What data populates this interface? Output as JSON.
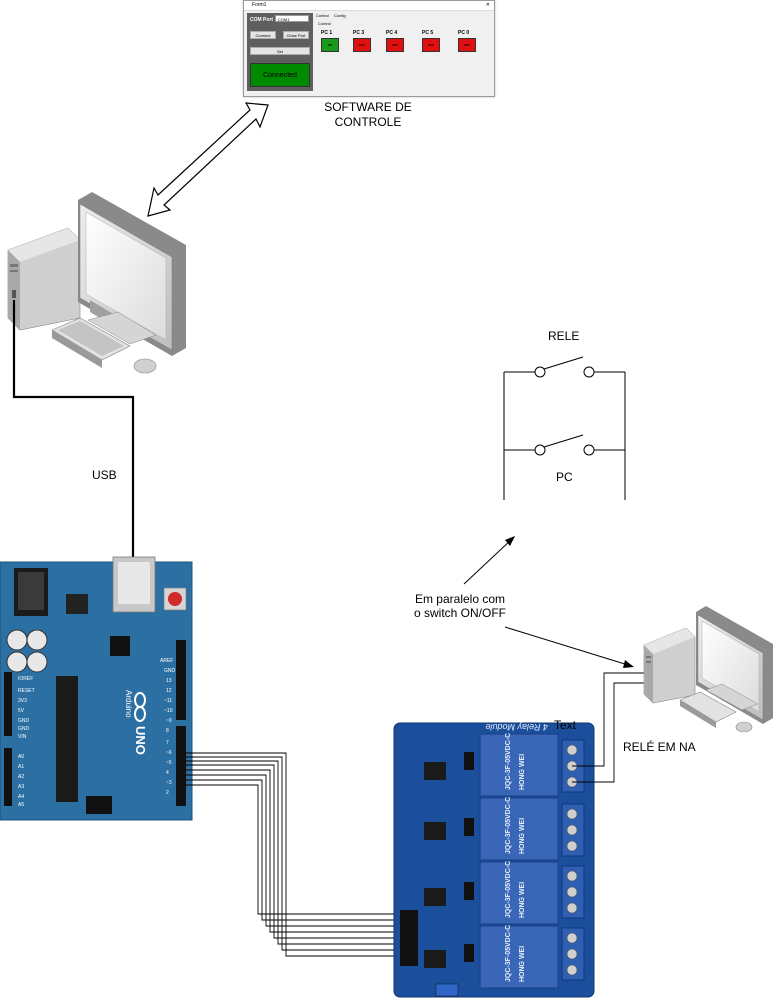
{
  "labels": {
    "software": "SOFTWARE DE\nCONTROLE",
    "usb": "USB",
    "rele": "RELE",
    "pc": "PC",
    "parallel": "Em paralelo com\no switch ON/OFF",
    "rele_na": "RELÉ EM NA",
    "text": "Text"
  },
  "software_window": {
    "title": "Form1",
    "com_port_label": "COM Port",
    "com_port_value": "COM1",
    "connect_button": "Connect",
    "clear_port_button": "Close Port",
    "set_button": "Set",
    "status": "Connected",
    "tabs": [
      "Control",
      "Config"
    ],
    "group": "Control",
    "pcs": [
      {
        "label": "PC 1",
        "state": "ON",
        "color": "#1a9a1a"
      },
      {
        "label": "PC 3",
        "state": "OFF",
        "color": "#e01010"
      },
      {
        "label": "PC 4",
        "state": "OFF",
        "color": "#e01010"
      },
      {
        "label": "PC 5",
        "state": "OFF",
        "color": "#e01010"
      },
      {
        "label": "PC 0",
        "state": "OFF",
        "color": "#e01010"
      }
    ]
  },
  "arduino": {
    "model": "UNO",
    "brand": "Arduino",
    "board_color": "#2c6fa3"
  },
  "relay_module": {
    "title": "4 Relay Module",
    "relay_brand": "HONG WEI",
    "relay_part": "JQC-3F-05VDC-C",
    "board_color": "#1b4f9c",
    "relay_color": "#3a66b8"
  },
  "colors": {
    "ui_green": "#008a00",
    "ui_red": "#e01010"
  }
}
